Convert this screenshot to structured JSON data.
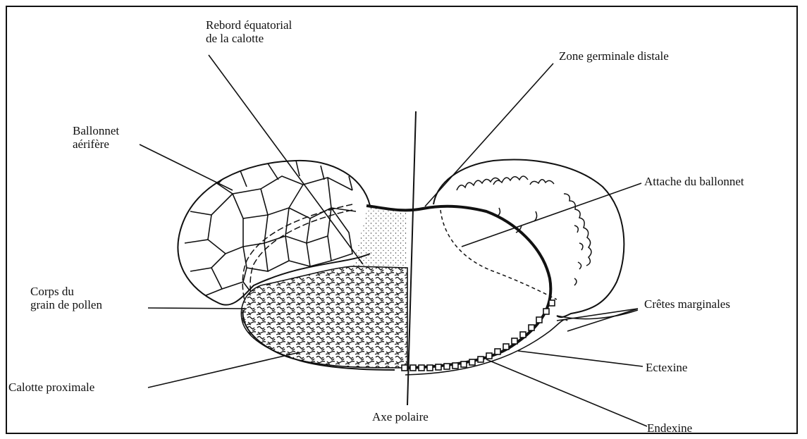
{
  "labels": {
    "rebord_line1": "Rebord équatorial",
    "rebord_line2": "de la calotte",
    "zone_germinale": "Zone germinale distale",
    "ballonnet_line1": "Ballonnet",
    "ballonnet_line2": "aérifère",
    "attache": "Attache du ballonnet",
    "corps_line1": "Corps du",
    "corps_line2": "grain de pollen",
    "cretes": "Crêtes marginales",
    "ectexine": "Ectexine",
    "calotte": "Calotte proximale",
    "axe": "Axe polaire",
    "endexine": "Endexine"
  },
  "colors": {
    "ink": "#111111",
    "paper": "#ffffff"
  }
}
